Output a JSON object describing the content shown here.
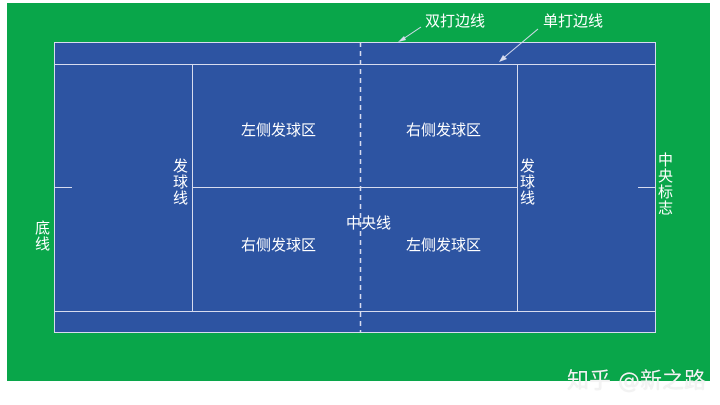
{
  "colors": {
    "field": "#09a64a",
    "court": "#2d54a2",
    "line": "#d7dcef",
    "text": "#ffffff"
  },
  "labels": {
    "doubles_sideline": "双打边线",
    "singles_sideline": "单打边线",
    "left_service_court": "左侧发球区",
    "right_service_court": "右侧发球区",
    "service_line": "发球线",
    "center_line": "中央线",
    "baseline": "底线",
    "center_mark": "中央标志"
  },
  "watermark": "知乎 @新之路"
}
